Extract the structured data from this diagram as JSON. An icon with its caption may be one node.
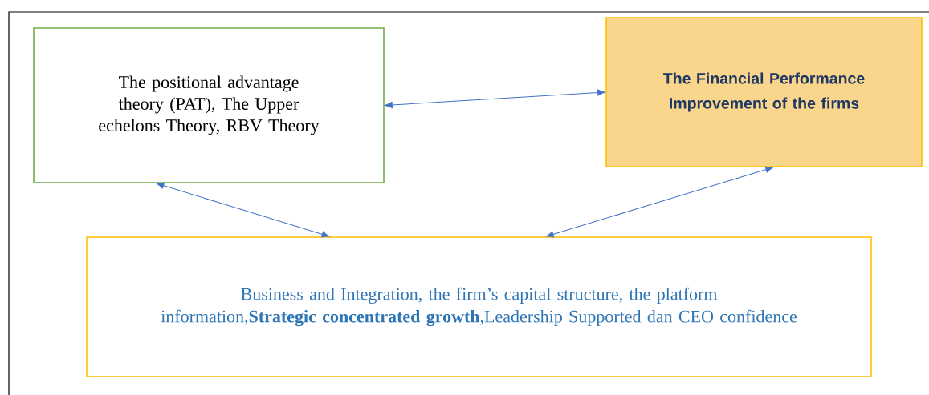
{
  "diagram": {
    "nodes": [
      {
        "text": [
          "The positional advantage theory (PAT), The Upper echelons Theory, RBV Theory"
        ]
      },
      {
        "text": [
          "The Financial Performance Improvement of the firms"
        ]
      },
      {
        "text": [
          "Business and Integration, the firm’s capital structure, the platform information,**Strategic concentrated growth**,Leadership Supported dan CEO confidence"
        ]
      }
    ],
    "edges": [
      {
        "from": 0,
        "to": 1,
        "arrow": "both"
      },
      {
        "from": 0,
        "to": 2,
        "arrow": "both"
      },
      {
        "from": 2,
        "to": 1,
        "arrow": "both"
      }
    ]
  }
}
